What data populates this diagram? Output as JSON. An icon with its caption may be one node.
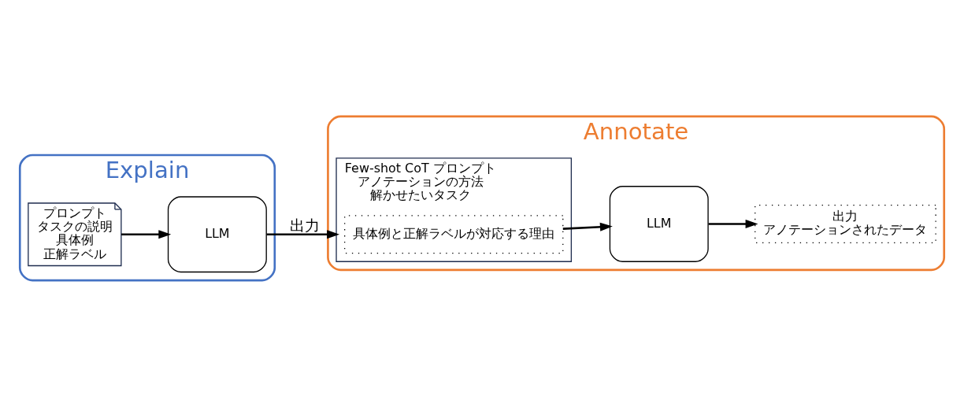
{
  "diagram": {
    "nodes": [
      {
        "text": [
          "Explain"
        ]
      },
      {
        "text": [
          "プロンプト",
          "タスクの説明",
          "具体例",
          "正解ラベル"
        ],
        "in": 0
      },
      {
        "text": [
          "LLM"
        ],
        "in": 0
      },
      {
        "text": [
          "Annotate"
        ]
      },
      {
        "text": [
          "Few-shot CoT プロンプト",
          "アノテーションの方法",
          "解かせたいタスク"
        ],
        "in": 3
      },
      {
        "text": [
          "具体例と正解ラベルが対応する理由"
        ],
        "in": 4
      },
      {
        "text": [
          "LLM"
        ],
        "in": 3
      },
      {
        "text": [
          "出力",
          "アノテーションされたデータ"
        ],
        "in": 3
      }
    ],
    "edges": [
      {
        "from": 1,
        "to": 2,
        "arrow": "to"
      },
      {
        "from": 2,
        "to": 4,
        "arrow": "to",
        "label": "出力"
      },
      {
        "from": 5,
        "to": 6,
        "arrow": "to"
      },
      {
        "from": 6,
        "to": 7,
        "arrow": "to"
      }
    ]
  }
}
